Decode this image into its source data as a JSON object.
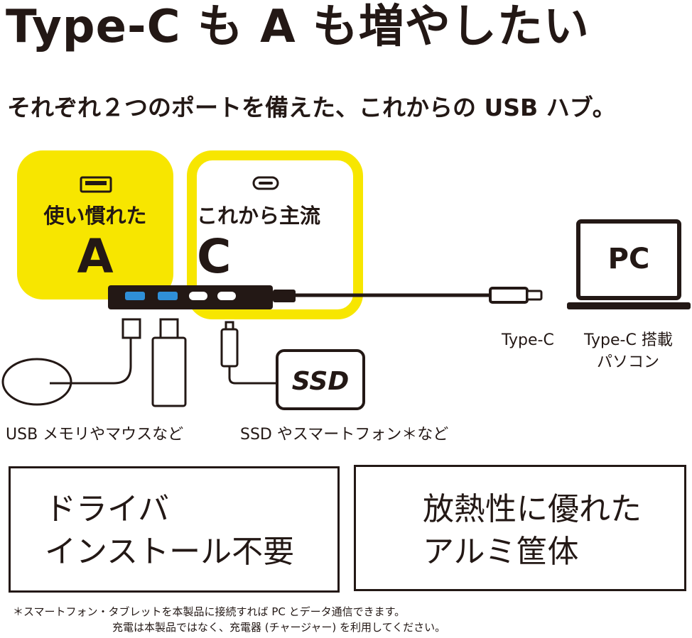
{
  "headline": "Type-C も A も増やしたい",
  "subheadline": "それぞれ２つのポートを備えた、これからの USB ハブ。",
  "ports": {
    "a": {
      "label": "使い慣れた",
      "letter": "A"
    },
    "c": {
      "label": "これから主流",
      "letter": "C"
    }
  },
  "diagram": {
    "pc_label": "PC",
    "ssd_label": "SSD",
    "cable_label": "Type-C",
    "pc_caption_line1": "Type-C 搭載",
    "pc_caption_line2": "パソコン",
    "a_devices_caption": "USB メモリやマウスなど",
    "c_devices_caption": "SSD やスマートフォン＊など"
  },
  "features": [
    {
      "line1": "ドライバ",
      "line2": "インストール不要"
    },
    {
      "line1": "放熱性に優れた",
      "line2": "アルミ筐体"
    }
  ],
  "footnote": {
    "line1": "＊スマートフォン・タブレットを本製品に接続すれば PC とデータ通信できます。",
    "line2": "充電は本製品ではなく、充電器 (チャージャー) を利用してください。"
  },
  "colors": {
    "accent_yellow": "#f7e600",
    "port_blue": "#2f8fd8",
    "ink": "#231815"
  }
}
